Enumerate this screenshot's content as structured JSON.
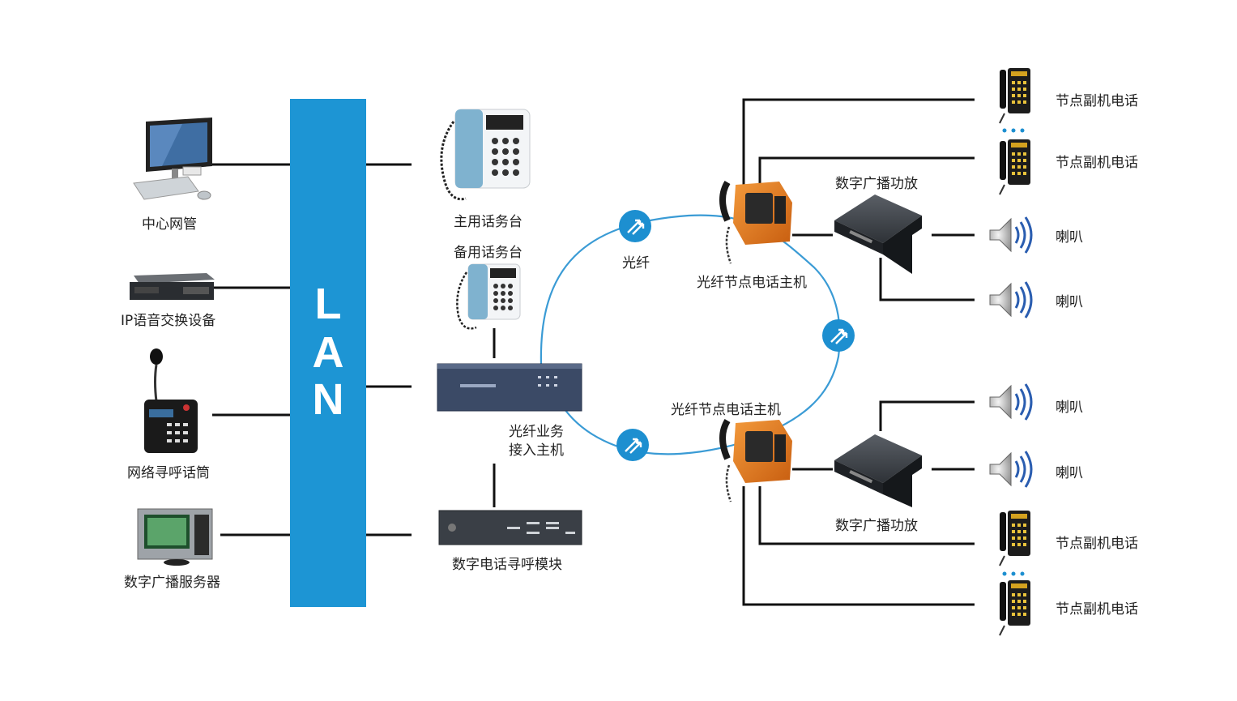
{
  "lan": {
    "letters": [
      "L",
      "A",
      "N"
    ]
  },
  "left": {
    "center_nms": "中心网管",
    "ip_voice_switch": "IP语音交换设备",
    "network_paging_mic": "网络寻呼话筒",
    "digital_broadcast_server": "数字广播服务器"
  },
  "middle": {
    "main_console": "主用话务台",
    "backup_console": "备用话务台",
    "fiber_access_host_line1": "光纤业务",
    "fiber_access_host_line2": "接入主机",
    "digital_paging_module": "数字电话寻呼模块"
  },
  "ring": {
    "fiber_label": "光纤",
    "node_host_top": "光纤节点电话主机",
    "node_host_bottom": "光纤节点电话主机"
  },
  "right": {
    "amp_top": "数字广播功放",
    "amp_bottom": "数字广播功放",
    "ext_phone_1": "节点副机电话",
    "ext_phone_2": "节点副机电话",
    "ext_phone_3": "节点副机电话",
    "ext_phone_4": "节点副机电话",
    "speaker_1": "喇叭",
    "speaker_2": "喇叭",
    "speaker_3": "喇叭",
    "speaker_4": "喇叭"
  },
  "colors": {
    "lan_blue": "#1d95d4",
    "fiber_ring": "#3a9bd5",
    "node_orange": "#e07a1f",
    "line": "#111111"
  }
}
